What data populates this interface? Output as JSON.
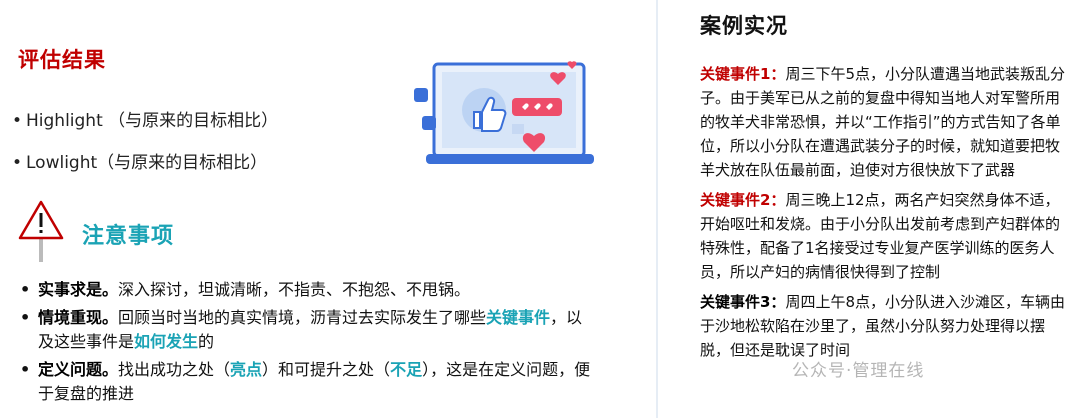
{
  "left": {
    "heading": "评估结果",
    "bullets": [
      "Highlight （与原来的目标相比）",
      "Lowlight（与原来的目标相比）"
    ],
    "notice_heading": "注意事项",
    "items": [
      {
        "bold": "实事求是。",
        "text": "深入探讨，坦诚清晰，不指责、不抱怨、不甩锅。"
      },
      {
        "bold": "情境重现。",
        "text1": "回顾当时当地的真实情境，沥青过去实际发生了哪些",
        "hl1": "关键事件",
        "text2": "，以及这些事件是",
        "hl2": "如何发生",
        "text3": "的"
      },
      {
        "bold": "定义问题。",
        "text1": "找出成功之处（",
        "hl1": "亮点",
        "text2": "）和可提升之处（",
        "hl2": "不足",
        "text3": "），这是在定义问题，便于复盘的推进"
      }
    ]
  },
  "right": {
    "heading": "案例实况",
    "events": [
      {
        "label": "关键事件1：",
        "text": "周三下午5点，小分队遭遇当地武装叛乱分子。由于美军已从之前的复盘中得知当地人对军警所用的牧羊犬非常恐惧，并以“工作指引”的方式告知了各单位，所以小分队在遭遇武装分子的时候，就知道要把牧羊犬放在队伍最前面，迫使对方很快放下了武器"
      },
      {
        "label": "关键事件2：",
        "text": "周三晚上12点，两名产妇突然身体不适，开始呕吐和发烧。由于小分队出发前考虑到产妇群体的特殊性，配备了1名接受过专业复产医学训练的医务人员，所以产妇的病情很快得到了控制"
      },
      {
        "label": "关键事件3：",
        "text": "周四上午8点，小分队进入沙滩区，车辆由于沙地松软陷在沙里了，虽然小分队努力处理得以摆脱，但还是耽误了时间"
      }
    ],
    "watermark": "公众号·管理在线"
  },
  "colors": {
    "accent_red": "#c00000",
    "accent_teal": "#1aa3b5"
  }
}
